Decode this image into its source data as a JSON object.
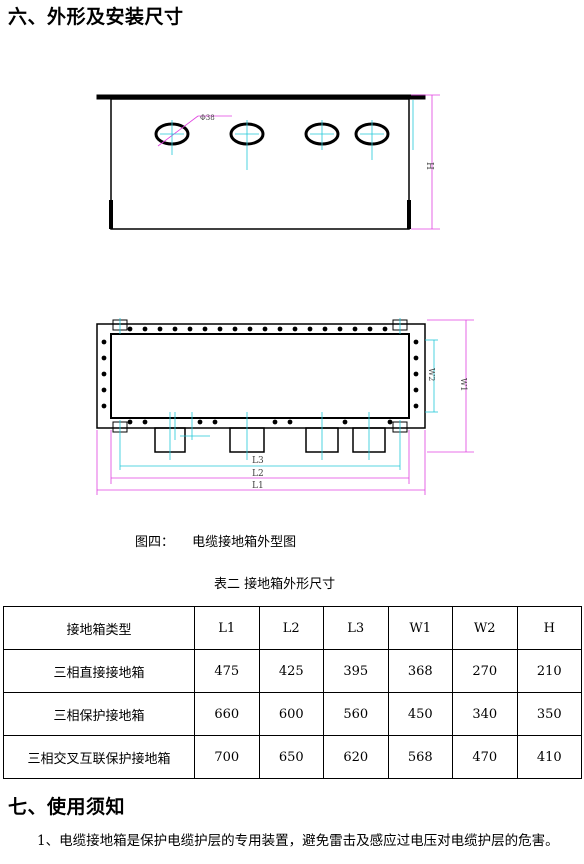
{
  "section6_title": "六、外形及安装尺寸",
  "figure": {
    "hole_label": "Φ38",
    "height_label": "H",
    "w2_label": "W2",
    "w1_label": "W1",
    "l3_label": "L3",
    "l2_label": "L2",
    "l1_label": "L1",
    "caption_prefix": "图四：",
    "caption_text": "电缆接地箱外型图"
  },
  "table": {
    "caption": "表二 接地箱外形尺寸",
    "headers": [
      "接地箱类型",
      "L1",
      "L2",
      "L3",
      "W1",
      "W2",
      "H"
    ],
    "rows": [
      [
        "三相直接接地箱",
        "475",
        "425",
        "395",
        "368",
        "270",
        "210"
      ],
      [
        "三相保护接地箱",
        "660",
        "600",
        "560",
        "450",
        "340",
        "350"
      ],
      [
        "三相交叉互联保护接地箱",
        "700",
        "650",
        "620",
        "568",
        "470",
        "410"
      ]
    ]
  },
  "section7_title": "七、使用须知",
  "note1": "1、电缆接地箱是保护电缆护层的专用装置，避免雷击及感应过电压对电缆护层的危害。"
}
